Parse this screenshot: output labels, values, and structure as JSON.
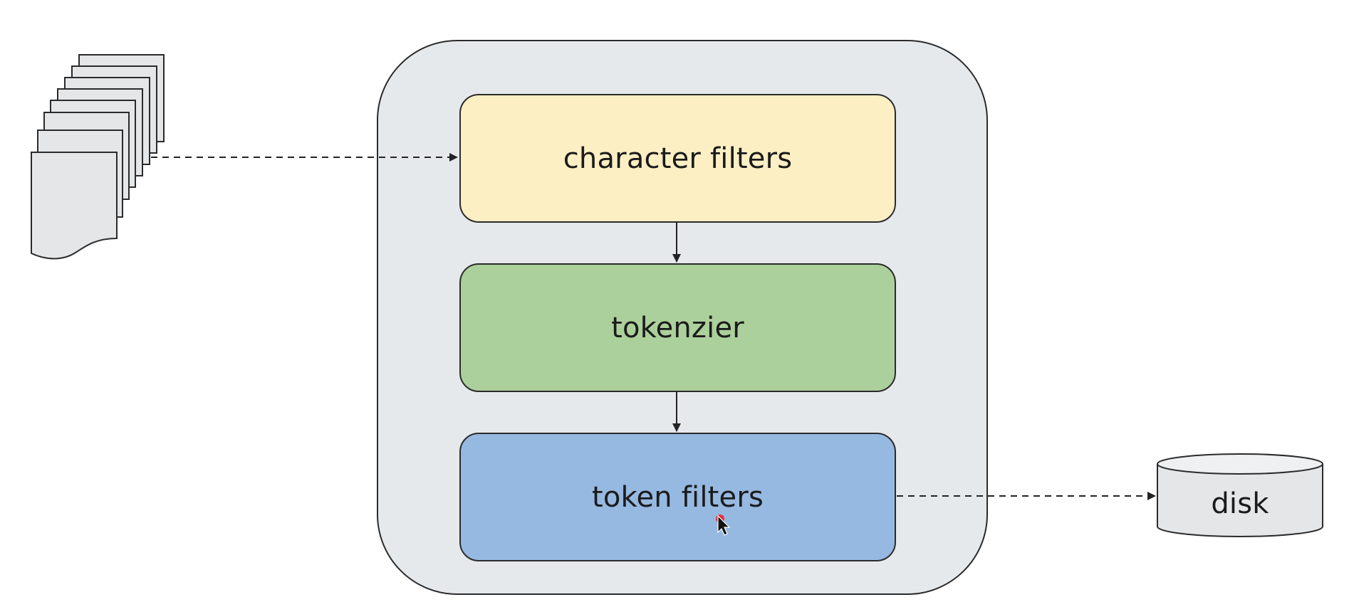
{
  "diagram": {
    "pipeline_stages": [
      {
        "label": "character filters",
        "color": "#fdefc4"
      },
      {
        "label": "tokenzier",
        "color": "#acd09b"
      },
      {
        "label": "token filters",
        "color": "#96b9e1"
      }
    ],
    "container_color": "#e6e9ec",
    "input": {
      "icon": "document-stack-icon"
    },
    "output": {
      "label": "disk",
      "icon": "database-cylinder-icon",
      "color": "#e4e6e8"
    },
    "connectors": [
      {
        "from": "documents",
        "to": "character filters",
        "style": "dashed"
      },
      {
        "from": "character filters",
        "to": "tokenzier",
        "style": "solid"
      },
      {
        "from": "tokenzier",
        "to": "token filters",
        "style": "solid"
      },
      {
        "from": "token filters",
        "to": "disk",
        "style": "dashed"
      }
    ]
  }
}
